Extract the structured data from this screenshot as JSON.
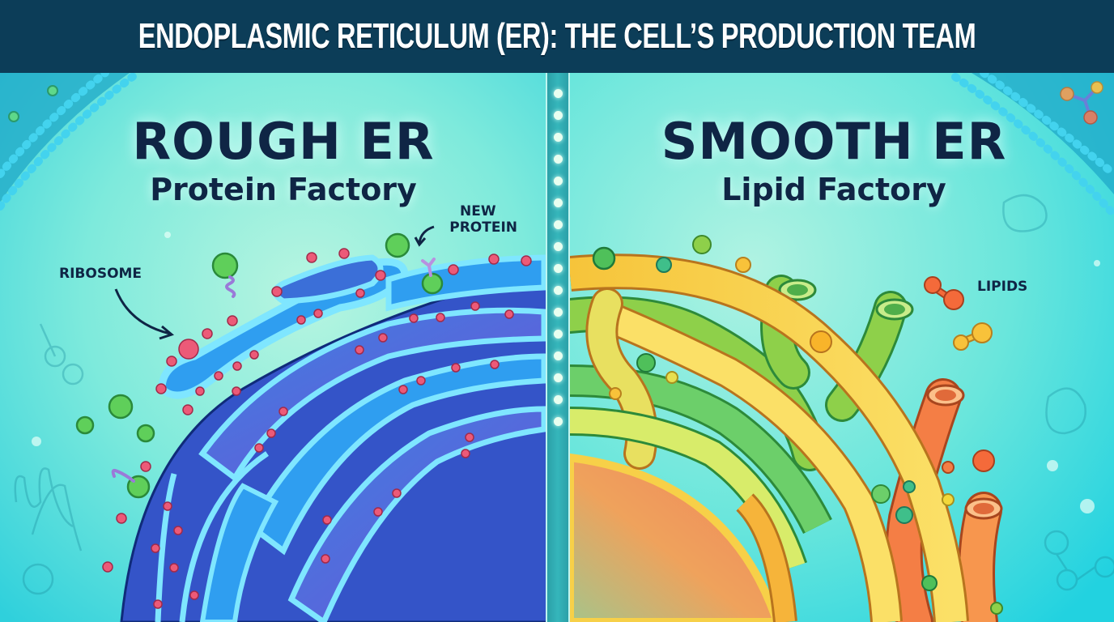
{
  "title": "ENDOPLASMIC RETICULUM (ER): THE CELL’S PRODUCTION TEAM",
  "left_panel": {
    "heading": "ROUGH ER",
    "subheading": "Protein Factory",
    "labels": {
      "ribosome": "RIBOSOME",
      "new_protein_line1": "NEW",
      "new_protein_line2": "PROTEIN"
    },
    "colors": {
      "membrane": "#5fd8f5",
      "lumen": "#3b6fd8",
      "ribosome": "#e8506e",
      "nucleus": "#a65ce0"
    }
  },
  "right_panel": {
    "heading": "SMOOTH ER",
    "subheading": "Lipid Factory",
    "labels": {
      "lipids": "LIPIDS"
    },
    "colors": {
      "tubule_yellow": "#f9d649",
      "tubule_green": "#8ed04a",
      "tubule_orange": "#f47e45",
      "nucleus": "#f29a5c"
    }
  },
  "theme": {
    "title_bar": "#0c3d58",
    "heading_text": "#0f2545",
    "background": "#4fe0dc",
    "divider": "#2ba0a8"
  },
  "divider": {
    "dot_count": 16
  }
}
